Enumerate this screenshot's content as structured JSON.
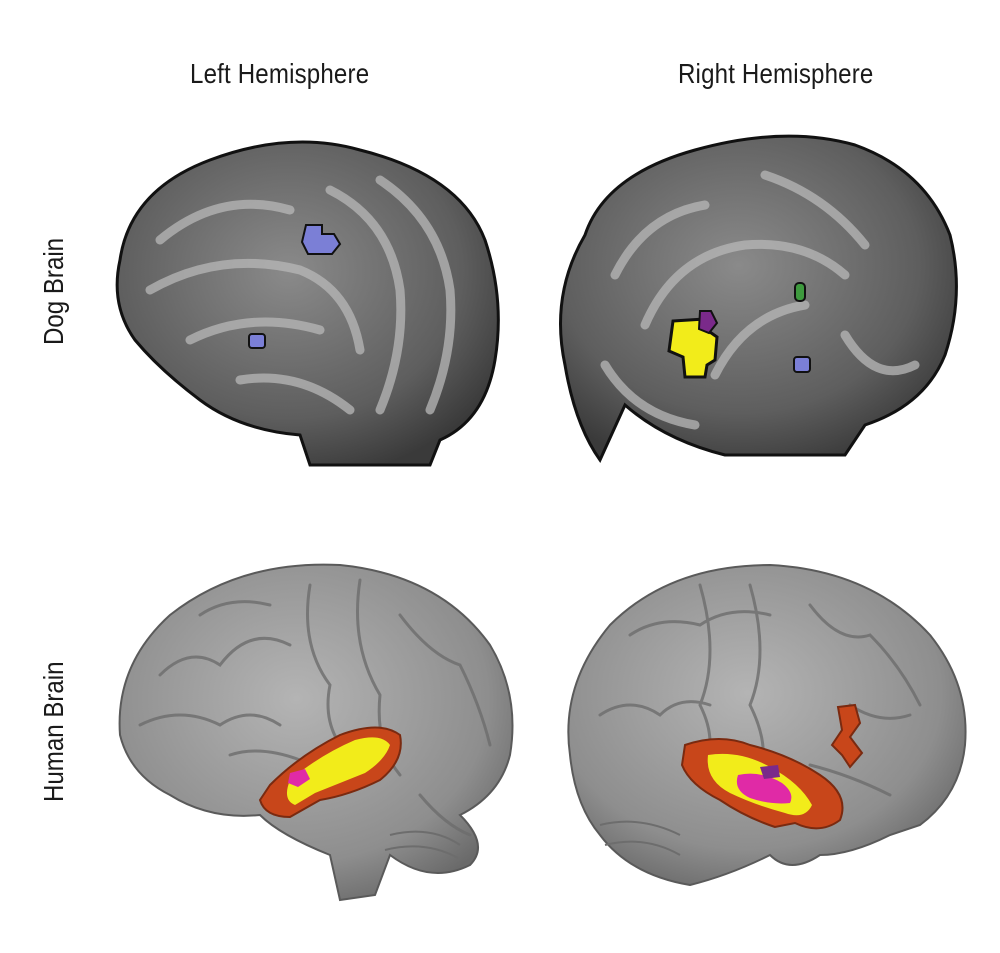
{
  "columns": {
    "left": "Left Hemisphere",
    "right": "Right Hemisphere"
  },
  "rows": {
    "dog": "Dog Brain",
    "human": "Human Brain"
  },
  "colors": {
    "dog_cortex": "#6e6e6e",
    "human_cortex": "#9a9a9a",
    "activation_blue": "#7b7fd6",
    "activation_yellow": "#f2ec1a",
    "activation_purple": "#7a2a8a",
    "activation_green": "#3e9a3e",
    "activation_orange": "#c8461a",
    "activation_magenta": "#e02aa6"
  }
}
